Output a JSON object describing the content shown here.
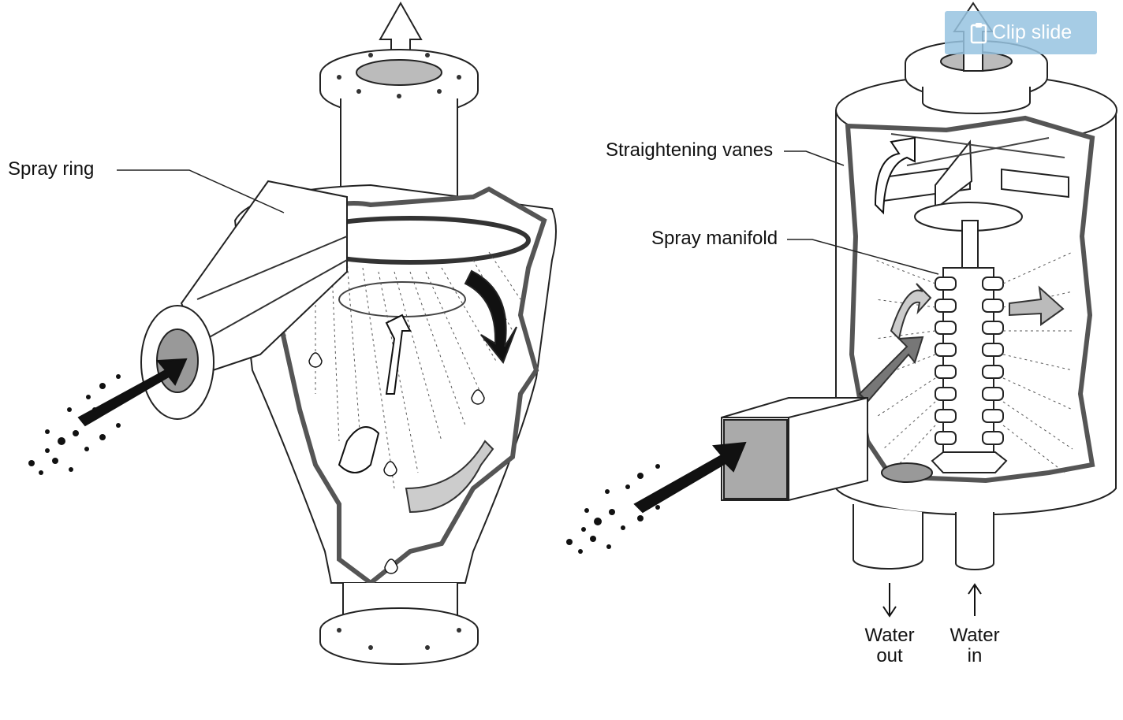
{
  "labels": {
    "spray_ring": "Spray ring",
    "straightening_vanes": "Straightening vanes",
    "spray_manifold": "Spray manifold",
    "water_out_line1": "Water",
    "water_out_line2": "out",
    "water_in_line1": "Water",
    "water_in_line2": "in"
  },
  "clip_button": {
    "label": "Clip slide",
    "icon": "clipboard-icon",
    "bg_color": "#96c3e1"
  }
}
